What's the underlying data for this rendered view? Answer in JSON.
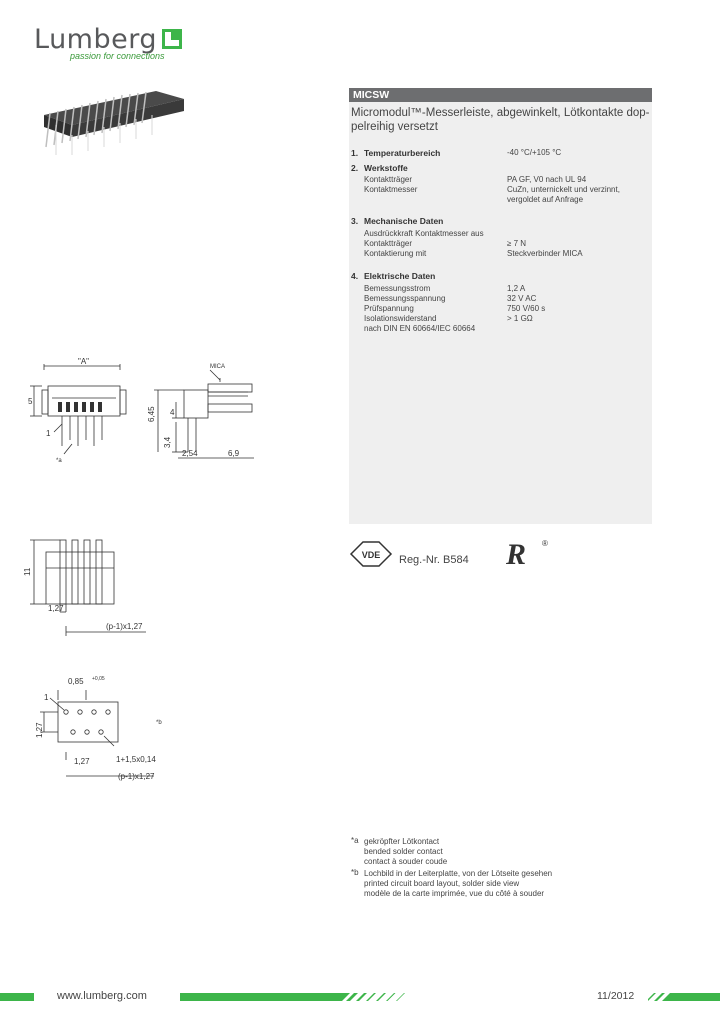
{
  "brand": {
    "name": "Lumberg",
    "tagline": "passion for connections"
  },
  "product": {
    "code": "MICSW",
    "description": "Micromodul™-Messerleiste, abgewinkelt, Lötkontakte dop-pelreihig versetzt",
    "description_l1": "Micromodul™-Messerleiste, abgewinkelt, Lötkontakte dop-",
    "description_l2": "pelreihig versetzt"
  },
  "sections": [
    {
      "num": "1.",
      "title": "Temperaturbereich",
      "value": "-40 °C/+105 °C"
    },
    {
      "num": "2.",
      "title": "Werkstoffe",
      "rows": [
        {
          "label": "Kontaktträger",
          "value": "PA GF, V0 nach UL 94"
        },
        {
          "label": "Kontaktmesser",
          "value": "CuZn, unternickelt und verzinnt,"
        },
        {
          "label": "",
          "value": "vergoldet auf Anfrage"
        }
      ]
    },
    {
      "num": "3.",
      "title": "Mechanische Daten",
      "rows": [
        {
          "label": "Ausdrückkraft Kontaktmesser aus",
          "value": ""
        },
        {
          "label": "  Kontaktträger",
          "value": "≥ 7 N"
        },
        {
          "label": "Kontaktierung mit",
          "value": "Steckverbinder MICA"
        }
      ]
    },
    {
      "num": "4.",
      "title": "Elektrische Daten",
      "rows": [
        {
          "label": "Bemessungsstrom",
          "value": "1,2 A"
        },
        {
          "label": "Bemessungsspannung",
          "value": "32 V AC"
        },
        {
          "label": "Prüfspannung",
          "value": "750 V/60 s"
        },
        {
          "label": "Isolationswiderstand",
          "value": "> 1 GΩ"
        },
        {
          "label": "nach DIN EN 60664/IEC 60664",
          "value": ""
        }
      ]
    }
  ],
  "certs": {
    "vde": "VDE",
    "reg": "Reg.-Nr. B584",
    "ul": "R",
    "ul_mark": "®"
  },
  "dims": {
    "A": "\"A\"",
    "five": "5",
    "one": "1",
    "a_sym": "*a",
    "b_sym": "*b",
    "h645": "6,45",
    "h4": "4",
    "h34": "3,4",
    "w254": "2,54",
    "w69": "6,9",
    "mica": "MICA",
    "h11": "11",
    "p127": "1,27",
    "pitch": "(p-1)x1,27",
    "w085": "0,85",
    "tol": "+0,05",
    "h127": "1,27",
    "hole": "1+1,5x0,14",
    "hole_pitch": "(p-1)x1,27"
  },
  "footnotes": [
    {
      "mark": "*a",
      "lines": [
        "gekröpfter Lötkontact",
        "bended solder contact",
        "contact à souder coude"
      ]
    },
    {
      "mark": "*b",
      "lines": [
        "Lochbild in der Leiterplatte, von der Lötseite gesehen",
        "printed circuit board layout, solder side view",
        "modèle de la carte imprimée, vue du côté à souder"
      ]
    }
  ],
  "footer": {
    "url": "www.lumberg.com",
    "date": "11/2012"
  },
  "colors": {
    "green": "#3db54a",
    "panel": "#efefef",
    "header": "#6d6e70"
  }
}
